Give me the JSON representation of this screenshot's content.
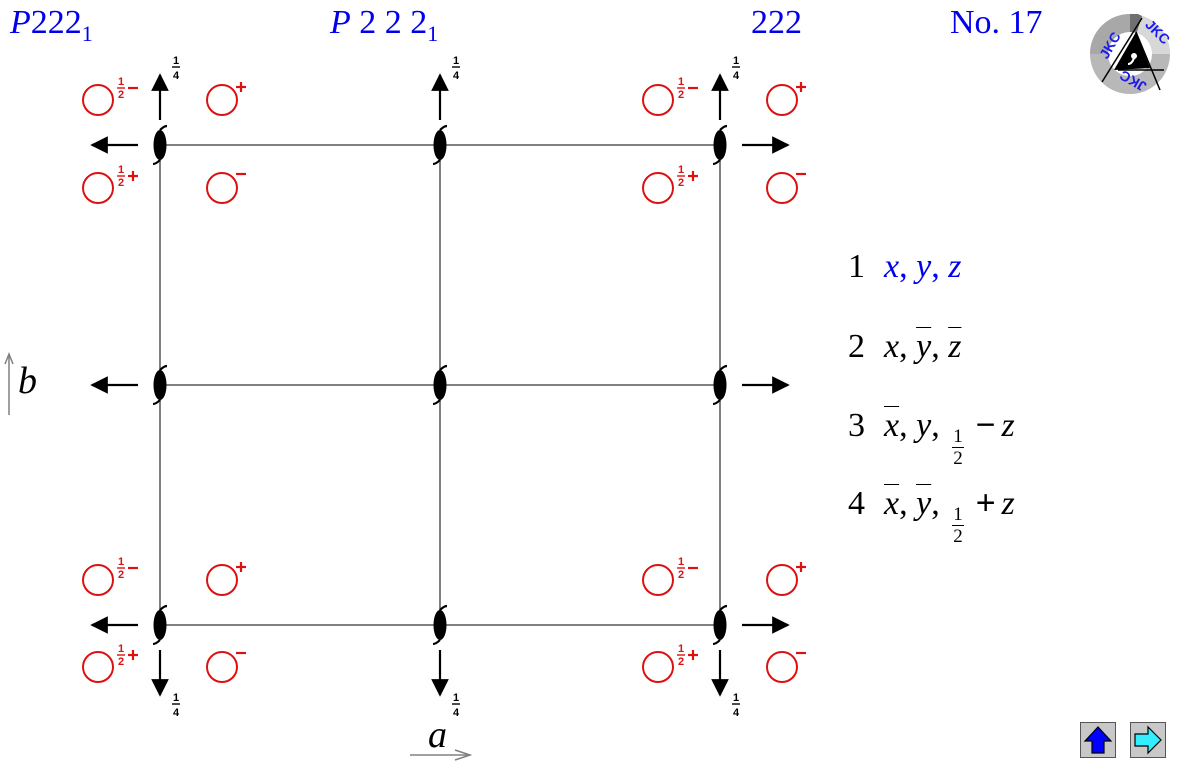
{
  "header": {
    "symbol_full": {
      "letter": "P",
      "digits": "222",
      "sub": "1"
    },
    "symbol_hm": {
      "letter": "P",
      "digits": " 2 2 2",
      "sub": "1"
    },
    "point_group": "222",
    "number_label": "No. 17"
  },
  "logo": {
    "text": "JKC",
    "name": "jkc-logo"
  },
  "axes": {
    "a_label": "a",
    "b_label": "b"
  },
  "diagram": {
    "screw_height_label": "1/4",
    "screw_height_num": "1",
    "screw_height_den": "4",
    "position_labels": {
      "half_minus": "½−",
      "half_plus": "½+",
      "plus": "+",
      "minus": "−"
    },
    "colors": {
      "positions": "#dd1111",
      "grid": "#808080",
      "symbols": "#000000",
      "title": "#0000ee"
    }
  },
  "operations": [
    {
      "index": "1",
      "parts": [
        "x",
        ",",
        "y",
        ",",
        "z"
      ]
    },
    {
      "index": "2",
      "parts": [
        "x",
        ",",
        "ȳ",
        ",",
        "z̄"
      ]
    },
    {
      "index": "3",
      "parts": [
        "x̄",
        ",",
        "y",
        ",",
        "½ − z"
      ]
    },
    {
      "index": "4",
      "parts": [
        "x̄",
        ",",
        "ȳ",
        ",",
        "½ + z"
      ]
    }
  ],
  "operation_text": {
    "op1": {
      "num": "1",
      "x": "x",
      "y": "y",
      "z": "z"
    },
    "op2": {
      "num": "2",
      "x": "x",
      "y": "y",
      "z": "z"
    },
    "op3": {
      "num": "3",
      "x": "x",
      "y": "y",
      "half_n": "1",
      "half_d": "2",
      "sign": "−",
      "z": "z"
    },
    "op4": {
      "num": "4",
      "x": "x",
      "y": "y",
      "half_n": "1",
      "half_d": "2",
      "sign": "+",
      "z": "z"
    },
    "comma": ","
  },
  "navigation": {
    "up_button": "up-arrow",
    "next_button": "right-arrow"
  }
}
